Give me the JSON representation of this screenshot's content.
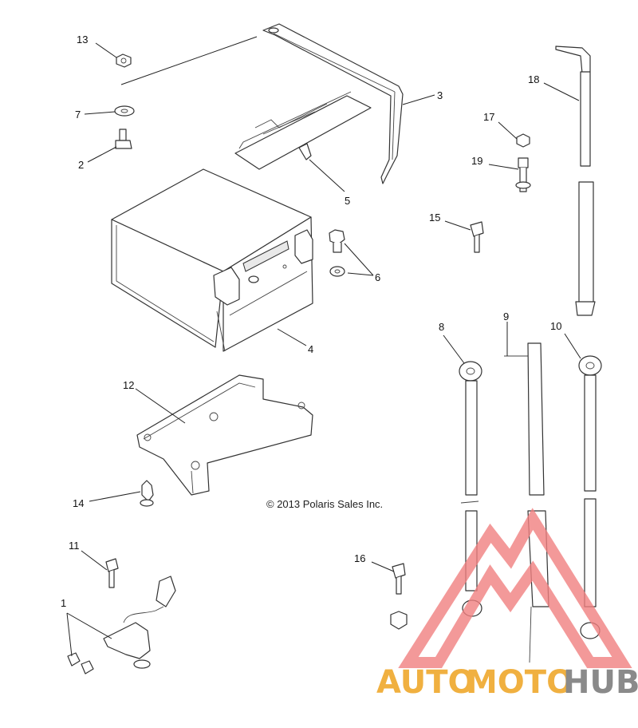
{
  "diagram": {
    "copyright": "© 2013 Polaris Sales Inc.",
    "callouts": [
      {
        "id": "13",
        "label": "13"
      },
      {
        "id": "7",
        "label": "7"
      },
      {
        "id": "2",
        "label": "2"
      },
      {
        "id": "3",
        "label": "3"
      },
      {
        "id": "5",
        "label": "5"
      },
      {
        "id": "4",
        "label": "4"
      },
      {
        "id": "6",
        "label": "6"
      },
      {
        "id": "12",
        "label": "12"
      },
      {
        "id": "14",
        "label": "14"
      },
      {
        "id": "11",
        "label": "11"
      },
      {
        "id": "1",
        "label": "1"
      },
      {
        "id": "18",
        "label": "18"
      },
      {
        "id": "17",
        "label": "17"
      },
      {
        "id": "19",
        "label": "19"
      },
      {
        "id": "15",
        "label": "15"
      },
      {
        "id": "8",
        "label": "8"
      },
      {
        "id": "9",
        "label": "9"
      },
      {
        "id": "10",
        "label": "10"
      },
      {
        "id": "16",
        "label": "16"
      }
    ]
  },
  "watermark": {
    "part1": "AUTO",
    "part2": "MOTO",
    "part3": "HUB",
    "color_primary": "#f0b040",
    "color_secondary": "#8a8a8a",
    "logo_color": "#f08080"
  }
}
